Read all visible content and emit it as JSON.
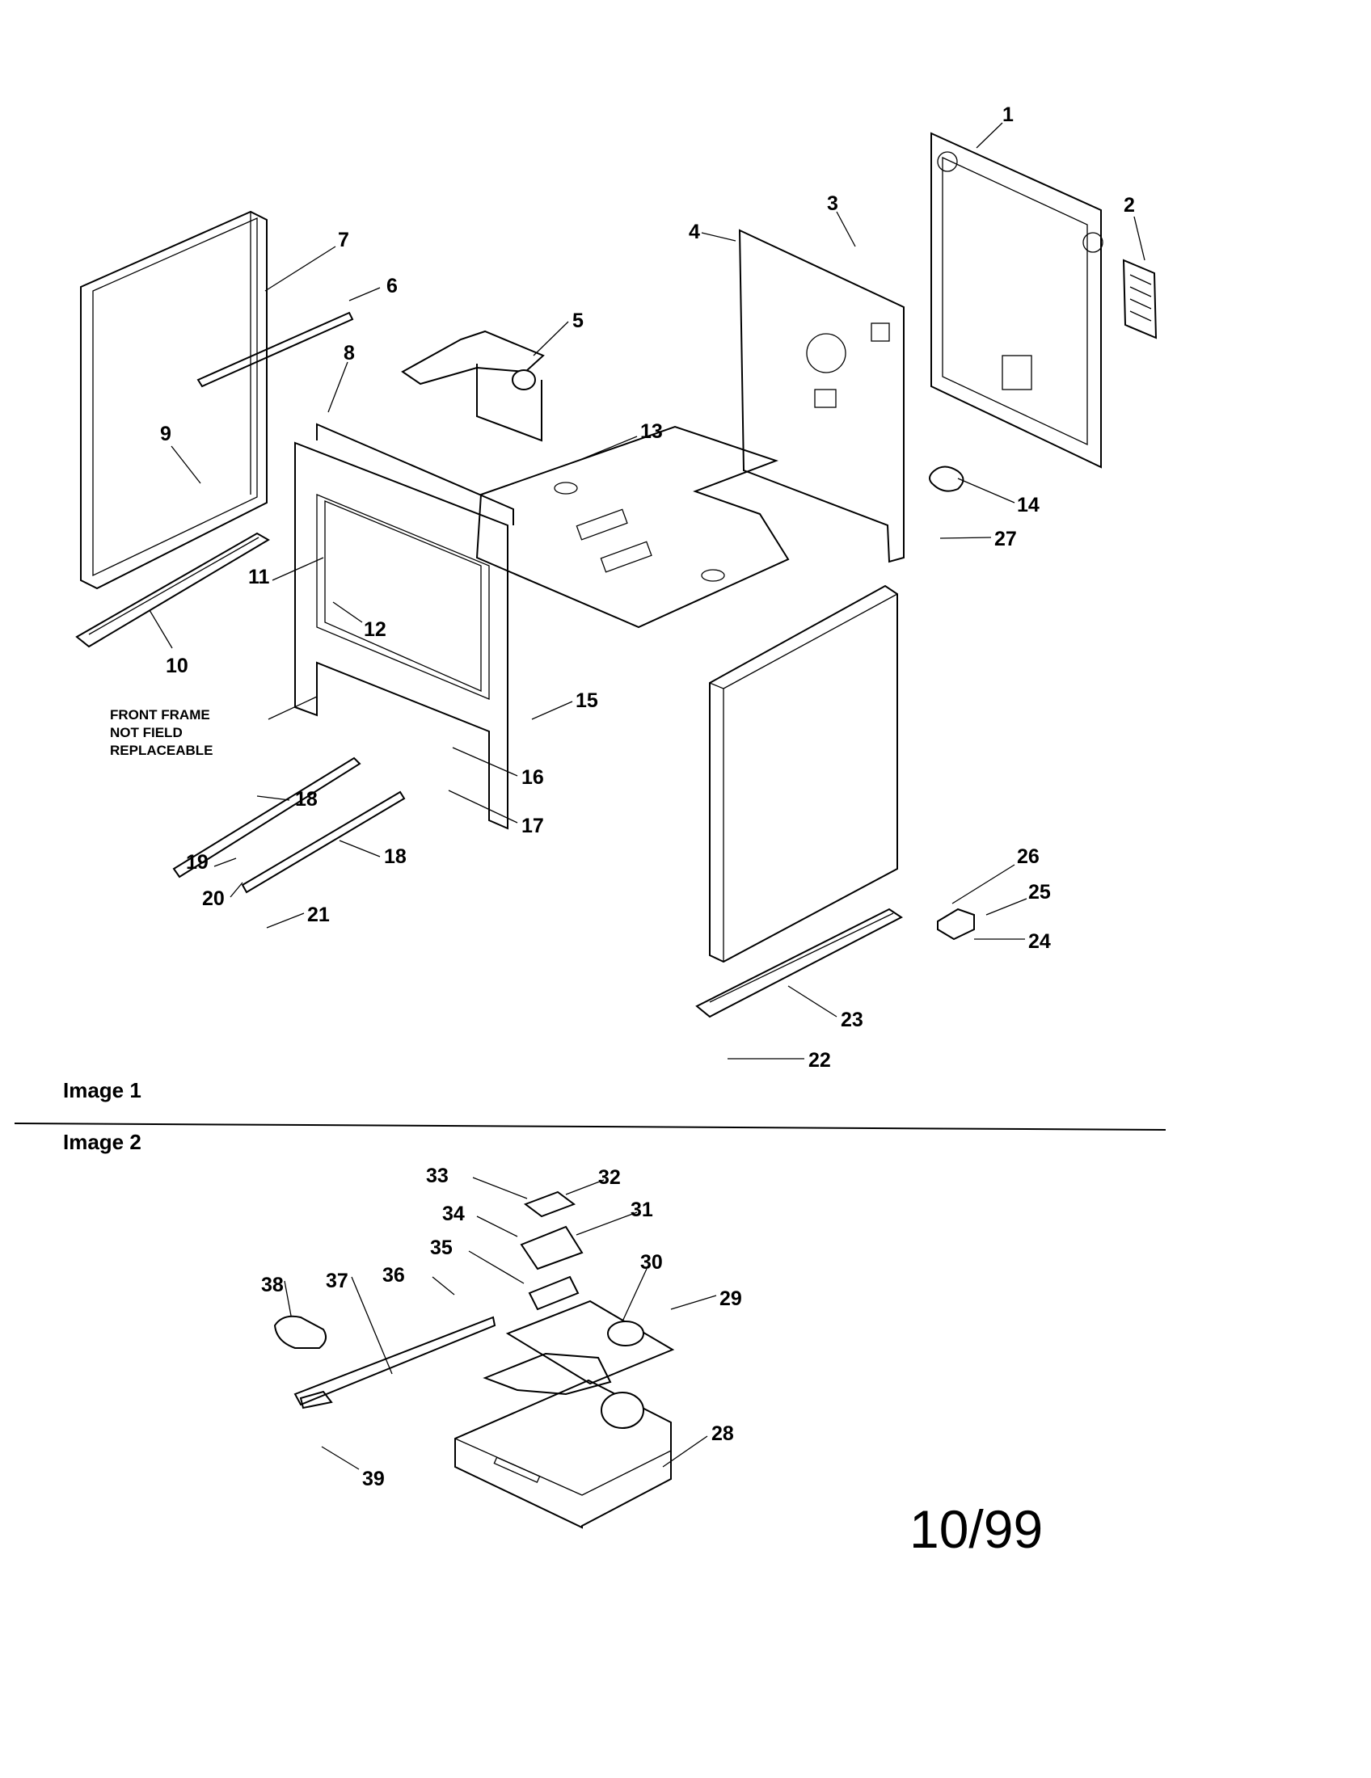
{
  "sections": {
    "image1": "Image 1",
    "image2": "Image 2"
  },
  "note": {
    "line1": "FRONT FRAME",
    "line2": "NOT FIELD",
    "line3": "REPLACEABLE"
  },
  "date": "10/99",
  "parts": {
    "p1": "1",
    "p2": "2",
    "p3": "3",
    "p4": "4",
    "p5": "5",
    "p6": "6",
    "p7": "7",
    "p8": "8",
    "p9": "9",
    "p10": "10",
    "p11": "11",
    "p12": "12",
    "p13": "13",
    "p14": "14",
    "p15": "15",
    "p16": "16",
    "p17": "17",
    "p18a": "18",
    "p18b": "18",
    "p19": "19",
    "p20": "20",
    "p21": "21",
    "p22": "22",
    "p23": "23",
    "p24": "24",
    "p25": "25",
    "p26": "26",
    "p27": "27",
    "p28": "28",
    "p29": "29",
    "p30": "30",
    "p31": "31",
    "p32": "32",
    "p33": "33",
    "p34": "34",
    "p35": "35",
    "p36": "36",
    "p37": "37",
    "p38": "38",
    "p39": "39"
  }
}
